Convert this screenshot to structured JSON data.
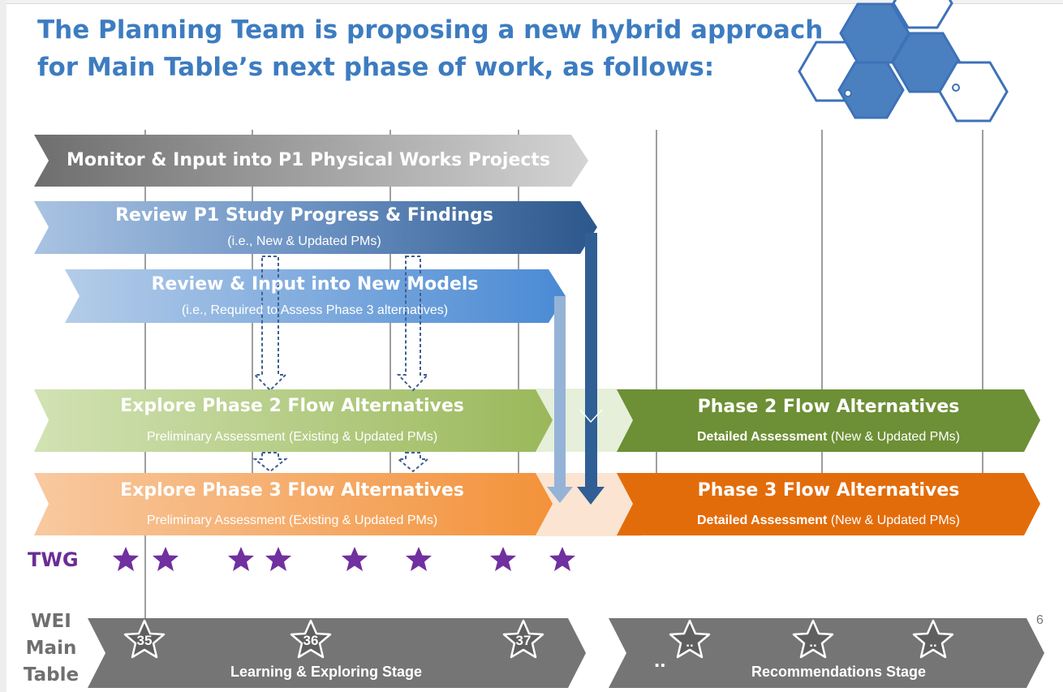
{
  "title": {
    "line1": "The Planning Team is proposing a new hybrid approach",
    "line2": "for Main Table’s next phase of work, as follows:"
  },
  "bars": {
    "monitor": {
      "label": "Monitor & Input into P1 Physical Works Projects"
    },
    "review_study": {
      "label": "Review P1 Study Progress & Findings",
      "sub": "(i.e., New & Updated PMs)"
    },
    "review_models": {
      "label": "Review & Input into New Models",
      "sub": "(i.e., Required to Assess Phase 3 alternatives)"
    },
    "explore_p2": {
      "label": "Explore Phase 2 Flow Alternatives",
      "sub": "Preliminary Assessment (Existing & Updated PMs)"
    },
    "explore_p3": {
      "label": "Explore Phase 3 Flow Alternatives",
      "sub": "Preliminary Assessment (Existing & Updated PMs)"
    },
    "phase2": {
      "label": "Phase 2 Flow Alternatives",
      "sub_bold": "Detailed Assessment",
      "sub_rest": " (New & Updated PMs)"
    },
    "phase3": {
      "label": "Phase 3 Flow Alternatives",
      "sub_bold": "Detailed Assessment",
      "sub_rest": " (New & Updated PMs)"
    }
  },
  "twg": {
    "label": "TWG",
    "star_count": 8
  },
  "wei": {
    "line1": "WEI",
    "line2": "Main",
    "line3": "Table"
  },
  "meetings": [
    "35",
    "36",
    "37",
    "..",
    "..",
    ".."
  ],
  "stages": {
    "learning": "Learning & Exploring Stage",
    "recommendations": "Recommendations Stage",
    "gap": ".."
  },
  "page_number": "6",
  "colors": {
    "title": "#3d7cc0",
    "monitor": "#7a7a7a",
    "review_study": "#2f5f94",
    "review_models": "#4a8ad4",
    "explore_p2": "#9ab85a",
    "phase2": "#6d8f35",
    "explore_p3": "#f3923a",
    "phase3": "#e36c0a",
    "star": "#7030a0",
    "stage_bar": "#757575"
  }
}
